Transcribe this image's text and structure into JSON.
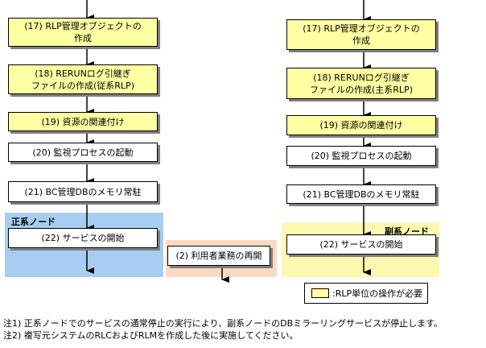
{
  "regions": {
    "primary_label": "正系ノード",
    "secondary_label": "副系ノード"
  },
  "left_steps": [
    "(17) RLP管理オブジェクトの\n作成",
    "(18) RERUNログ引継ぎ\nファイルの作成(従系RLP)",
    "(19) 資源の関連付け",
    "(20) 監視プロセスの起動",
    "(21) BC管理DBのメモリ常駐",
    "(22) サービスの開始"
  ],
  "right_steps": [
    "(17) RLP管理オブジェクトの\n作成",
    "(18) RERUNログ引継ぎ\nファイルの作成(主系RLP)",
    "(19) 資源の関連付け",
    "(20) 監視プロセスの起動",
    "(21) BC管理DBのメモリ常駐",
    "(22) サービスの開始"
  ],
  "middle_step": "(2) 利用者業務の再開",
  "legend": {
    "text": ":RLP単位の操作が必要"
  },
  "notes": [
    "注1) 正系ノードでのサービスの通常停止の実行により、副系ノードのDBミラーリングサービスが停止します。",
    "注2) 複写元システムのRLCおよびRLMを作成した後に実施してください。"
  ],
  "colors": {
    "rlp_box": "#ffffa3",
    "primary_region": "#a8cdf2",
    "secondary_region": "#fff8b0",
    "middle_region": "#fbd9c0"
  }
}
